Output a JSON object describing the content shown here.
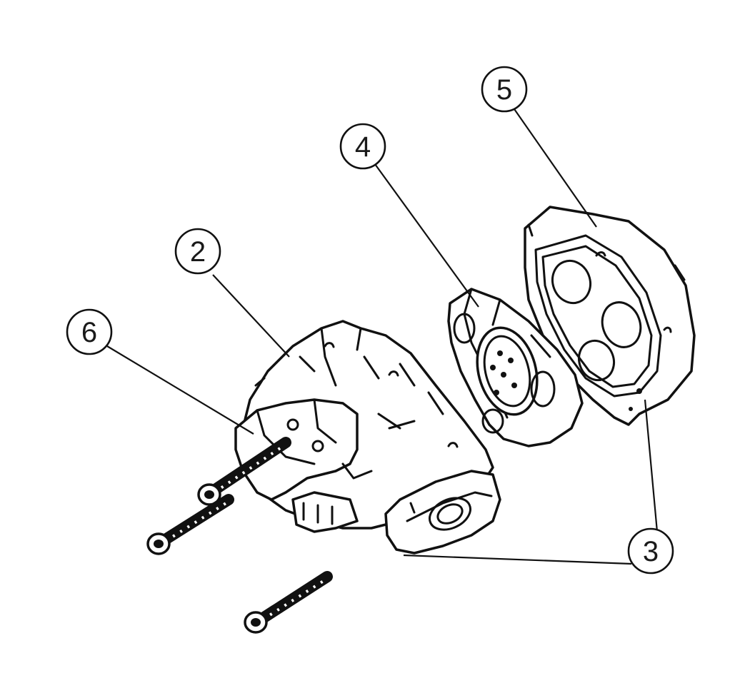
{
  "callouts": [
    {
      "id": "callout-2",
      "label": "2"
    },
    {
      "id": "callout-3",
      "label": "3"
    },
    {
      "id": "callout-4",
      "label": "4"
    },
    {
      "id": "callout-5",
      "label": "5"
    },
    {
      "id": "callout-6",
      "label": "6"
    }
  ],
  "colors": {
    "ink": "#111111",
    "background": "#ffffff"
  }
}
